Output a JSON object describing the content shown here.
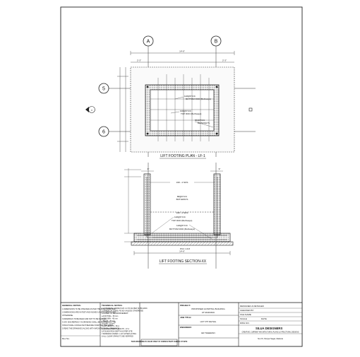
{
  "plan": {
    "grid_a": "A",
    "grid_b": "B",
    "grid_5": "5",
    "grid_6": "6",
    "overall_dim": "14'-6\"",
    "left_edge_dim": "2'-3\"",
    "right_edge_dim": "2'-3\"",
    "rebar_bottom": "12#@6\"C/C",
    "rebar_bottom_note": "BOTTOM ROD (Bothways)",
    "rebar_top": "10#@6\"C/C",
    "rebar_top_note": "TOP ROD (Bothways)",
    "rebar_wall": "8#@6\"C/C",
    "rebar_wall_note": "BOTHWAYS",
    "section_mark": "X",
    "title": "LIFT FOOTING PLAN - LF-1"
  },
  "section": {
    "left_dim": "9\"",
    "right_dim": "9\"",
    "label_4nos_top": "16# - 4 NOS",
    "label_8cc": "8#@6\"C/C",
    "label_bothways": "BOTHWAYS",
    "label_4nos_bottom": "16# - 4 NOS",
    "label_top_12": "12#@6\"C/C",
    "label_top_rod": "TOP ROD (Bothways)",
    "label_bot_12": "12#@6\"C/C",
    "label_bottom_rod": "BOTTOM ROD (Bothways)",
    "label_pcc": "PCC 1:4:8",
    "dim_14": "14'-6\"",
    "title": "LIFT FOOTING SECTION-XX"
  },
  "title_block": {
    "general_notes_heading": "GENERAL NOTES:",
    "general_notes": [
      "1.DIMENSIONS TO BE CHECKED AS PER THE SITE CONDITION.",
      "2.DIMENSIONS ARE IN FEET AND INCHES UNLESS MENTIONED",
      "OTHERWISE.",
      "3.DRAWINGS TO BE READ AND NOT TO BE SCALED.",
      "4.ANY DISCREPANCY IN DRAWING SHALL BE NOTIFIED TO THE",
      "STRUCTURAL CONSULTANT BEFORE STARTING THE WORK.",
      "5.READ THE DRAWINGS ALONG WITH ARCHITECTURAL DRAWINGS."
    ],
    "technical_notes_heading": "TECHNICAL NOTES:",
    "technical_notes": [
      "1.CONCRETE GRADE M 20 1:1.5:3 AS PER IS 456-2000.",
      "2.GRADE OF STEEL FE 500 UNLESS OTHERWISE",
      "3.COVER TO REINFORCEMENT:",
      "  a.FOOTING         - 50 mm",
      "  b.COLUMN          - 40 mm",
      "  c.BEAM            - 25 mm",
      "  d.SLAB            - 20 mm",
      "4.LAP LENGTH        - 50 d",
      "5.DEVELOPMENT LENGTH - 47 d",
      "6.FOUNDATION DEPTH AS PER SITE",
      "7.MINIMUM COVER: 1 1/2\" AFTER LAYING",
      "8.ALL CLEAR SPANS TO BE VERIFIED"
    ],
    "consult_note": "THIS DRAWING IS VALID ONLY IF CONSULTANT CHECK AT SITE",
    "rev_no": "Rev No.",
    "project_label": "PROJECT:",
    "project_name": "PROPOSED HOSPITAL BUILDING",
    "project_location": "AT MADURAI",
    "job_label": "JOB TITLE:",
    "job_title": "LIFT PIT DETAIL",
    "engineer_label": "ENGINEER:",
    "engineer_name": "ER.THEERAN",
    "designed": "DESIGNED & DETAILED",
    "checked": "CHECKED BY",
    "file_name": "FILE NAME",
    "scale": "SCALE",
    "date": "DATE",
    "dwg_no": "DWG NO.",
    "designer": "SILUA DESIGNERS",
    "designer_sub": "CREATIVE, CURRENT ARCHITECTURAL PLANS & STRUCTURAL DESIGNS",
    "designer_address": "No.7/2, Periyar Nagar, Madurai"
  }
}
